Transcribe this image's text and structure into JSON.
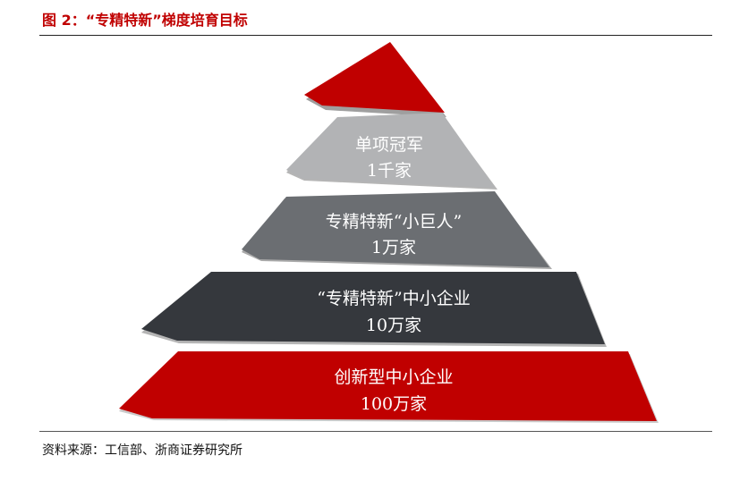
{
  "title": "图 2：“专精特新”梯度培育目标",
  "source": "资料来源：工信部、浙商证券研究所",
  "pyramid": {
    "tiers": [
      {
        "name": "单项冠军",
        "count": "1千家",
        "color": "#b2b3b5"
      },
      {
        "name": "专精特新“小巨人”",
        "count": "1万家",
        "color": "#6b6e72"
      },
      {
        "name": "“专精特新”中小企业",
        "count": "10万家",
        "color": "#35383d"
      },
      {
        "name": "创新型中小企业",
        "count": "100万家",
        "color": "#c00000"
      }
    ],
    "apex_color": "#c00000",
    "shadow_color": "#3a3c40"
  }
}
